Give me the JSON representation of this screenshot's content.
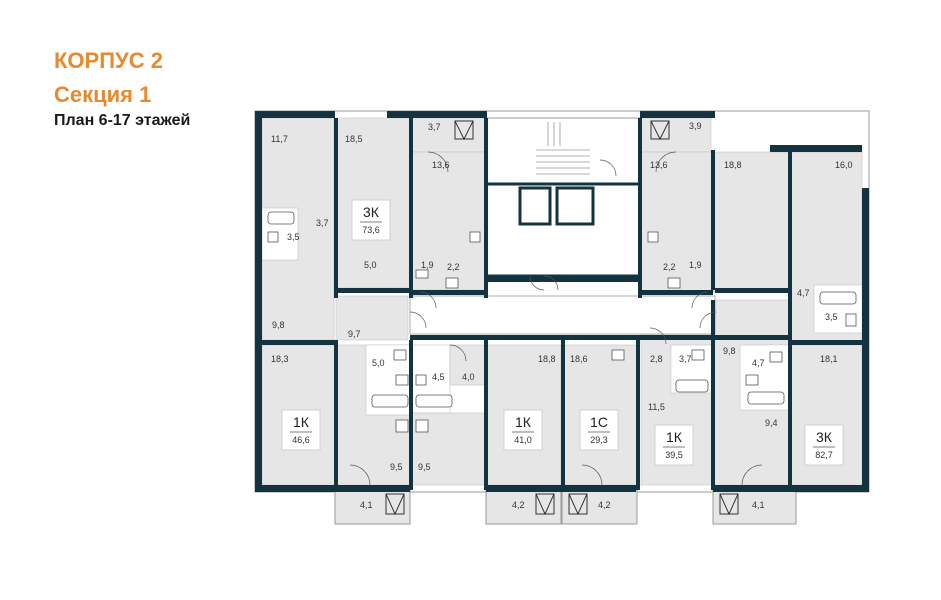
{
  "header": {
    "building": "КОРПУС 2",
    "section": "Секция 1",
    "plan": "План 6-17 этажей"
  },
  "colors": {
    "accent": "#e8892d",
    "wall": "#12333f",
    "room": "#e6e6e6",
    "outline": "#9a9a9a",
    "label_box": "#ffffff"
  },
  "apartments": [
    {
      "code": "3К",
      "area": "73,6"
    },
    {
      "code": "1К",
      "area": "46,6"
    },
    {
      "code": "1К",
      "area": "41,0"
    },
    {
      "code": "1С",
      "area": "29,3"
    },
    {
      "code": "1К",
      "area": "39,5"
    },
    {
      "code": "3К",
      "area": "82,7"
    }
  ],
  "room_areas": [
    "11,7",
    "18,5",
    "3,7",
    "13,6",
    "3,7",
    "3,5",
    "5,0",
    "1,9",
    "2,2",
    "9,8",
    "9,7",
    "3,9",
    "13,6",
    "18,8",
    "16,0",
    "2,2",
    "1,9",
    "4,7",
    "3,5",
    "18,3",
    "5,0",
    "4,5",
    "4,0",
    "18,8",
    "18,6",
    "2,8",
    "3,7",
    "9,8",
    "4,7",
    "18,1",
    "11,5",
    "9,4",
    "9,5",
    "9,5",
    "4,1",
    "4,2",
    "4,2",
    "4,1"
  ]
}
